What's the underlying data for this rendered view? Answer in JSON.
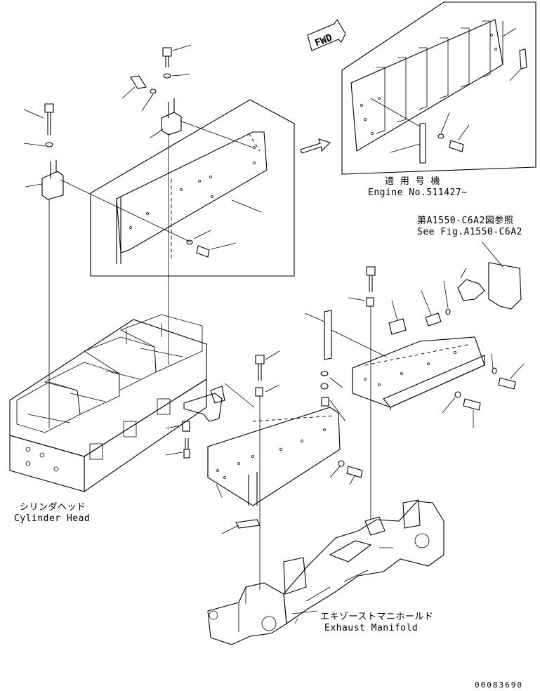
{
  "labels": {
    "fwd": "FWD",
    "applicable_jp": "適 用 号 機",
    "applicable_en": "Engine No.511427~",
    "see_fig_jp": "第A1550-C6A2図参照",
    "see_fig_en": "See Fig.A1550-C6A2",
    "cylinder_head_jp": "シリンダヘッド",
    "cylinder_head_en": "Cylinder Head",
    "exhaust_manifold_jp": "エキゾーストマニホールド",
    "exhaust_manifold_en": "Exhaust Manifold",
    "drawing_number": "00083690"
  }
}
